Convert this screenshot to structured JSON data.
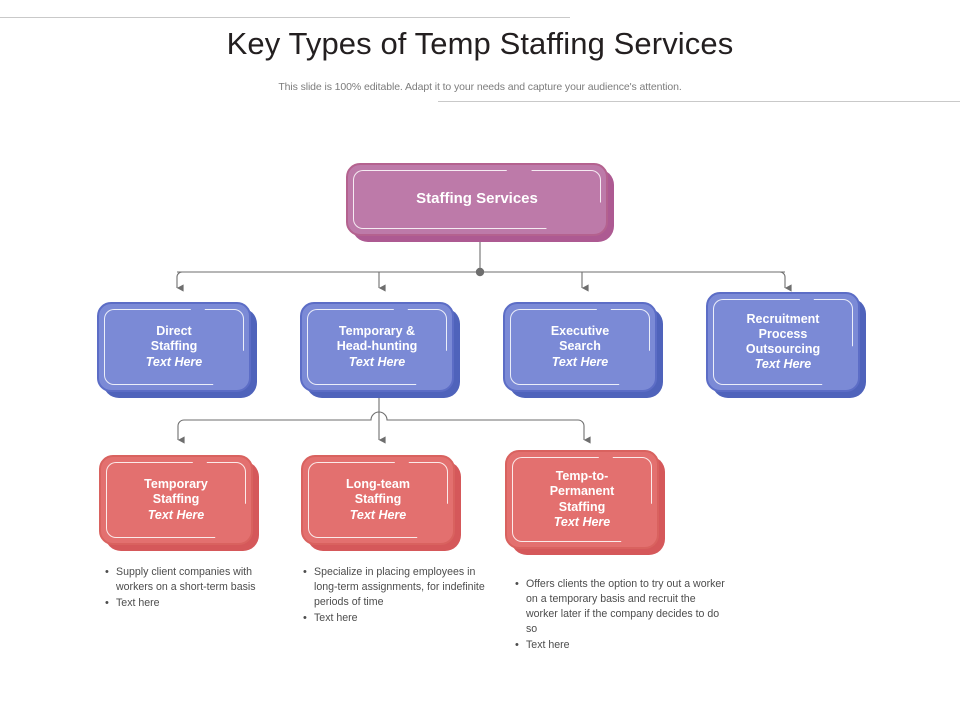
{
  "header": {
    "title": "Key Types of Temp Staffing Services",
    "subtitle": "This slide is 100% editable. Adapt it to your needs and capture your audience's attention."
  },
  "colors": {
    "root_fill": "#bd7aa9",
    "root_border": "#b4628f",
    "root_shadow": "#ad5a92",
    "blue_fill": "#7b8ad6",
    "blue_border": "#5c6dc6",
    "blue_shadow": "#4f63bb",
    "red_fill": "#e3706f",
    "red_border": "#d9625f",
    "red_shadow": "#d5585a",
    "connector": "#6e6e6e",
    "rule": "#c9c9c9",
    "title_text": "#231f20",
    "subtitle_text": "#7c7c7c",
    "bullet_text": "#4d4d4d"
  },
  "diagram": {
    "root": {
      "title": "Staffing Services"
    },
    "level1": [
      {
        "title_lines": [
          "Direct",
          "Staffing"
        ],
        "sub": "Text Here"
      },
      {
        "title_lines": [
          "Temporary  &",
          "Head-hunting"
        ],
        "sub": "Text Here"
      },
      {
        "title_lines": [
          "Executive",
          "Search"
        ],
        "sub": "Text Here"
      },
      {
        "title_lines": [
          "Recruitment",
          "Process",
          "Outsourcing"
        ],
        "sub": "Text Here"
      }
    ],
    "level2": [
      {
        "title_lines": [
          "Temporary",
          "Staffing"
        ],
        "sub": "Text Here"
      },
      {
        "title_lines": [
          "Long-team",
          "Staffing"
        ],
        "sub": "Text Here"
      },
      {
        "title_lines": [
          "Temp-to-",
          "Permanent",
          "Staffing"
        ],
        "sub": "Text Here"
      }
    ]
  },
  "bullet_groups": [
    {
      "items": [
        "Supply client companies with workers on a short-term basis",
        "Text here"
      ]
    },
    {
      "items": [
        "Specialize in placing employees in long-term  assignments, for indefinite periods of time",
        "Text here"
      ]
    },
    {
      "items": [
        "Offers clients the option to try out a worker on a temporary basis and recruit the worker  later if the company decides to do so",
        "Text here"
      ]
    }
  ],
  "bullet_marker": "•"
}
